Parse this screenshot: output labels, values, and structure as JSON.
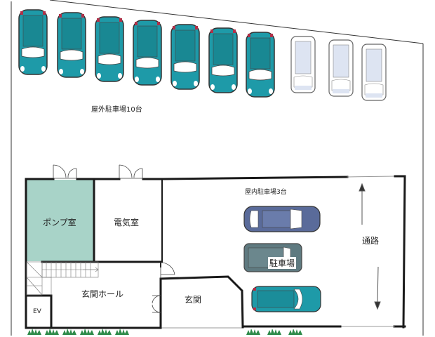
{
  "floor_plan": {
    "outdoor_parking": {
      "label": "屋外駐車場10台",
      "capacity": 10,
      "cars": [
        {
          "color": "teal",
          "fill": "#1e9aa8"
        },
        {
          "color": "teal",
          "fill": "#1e9aa8"
        },
        {
          "color": "teal",
          "fill": "#1e9aa8"
        },
        {
          "color": "teal",
          "fill": "#1e9aa8"
        },
        {
          "color": "teal",
          "fill": "#1e9aa8"
        },
        {
          "color": "teal",
          "fill": "#1e9aa8"
        },
        {
          "color": "teal",
          "fill": "#1e9aa8"
        },
        {
          "color": "outline",
          "fill": "#dde4f2"
        },
        {
          "color": "outline",
          "fill": "#dde4f2"
        },
        {
          "color": "outline",
          "fill": "#dde4f2"
        }
      ]
    },
    "rooms": {
      "pump_room": {
        "label": "ポンプ室",
        "fill": "#a8d3c8"
      },
      "electrical_room": {
        "label": "電気室"
      },
      "entrance_hall": {
        "label": "玄関ホール"
      },
      "entrance": {
        "label": "玄関"
      },
      "elevator": {
        "label": "EV"
      }
    },
    "indoor_parking": {
      "label": "屋内駐車場3台",
      "capacity": 3,
      "parking_label": "駐車場",
      "cars": [
        {
          "color": "navy",
          "fill": "#5a6b9a"
        },
        {
          "color": "gray",
          "fill": "#5f7a80"
        },
        {
          "color": "teal",
          "fill": "#1e9aa8"
        }
      ]
    },
    "passage": {
      "label": "通路"
    },
    "colors": {
      "wall": "#1a1a1a",
      "teal_car": "#1e9aa8",
      "pump_room": "#a8d3c8",
      "bush": "#2e8b4a"
    }
  }
}
